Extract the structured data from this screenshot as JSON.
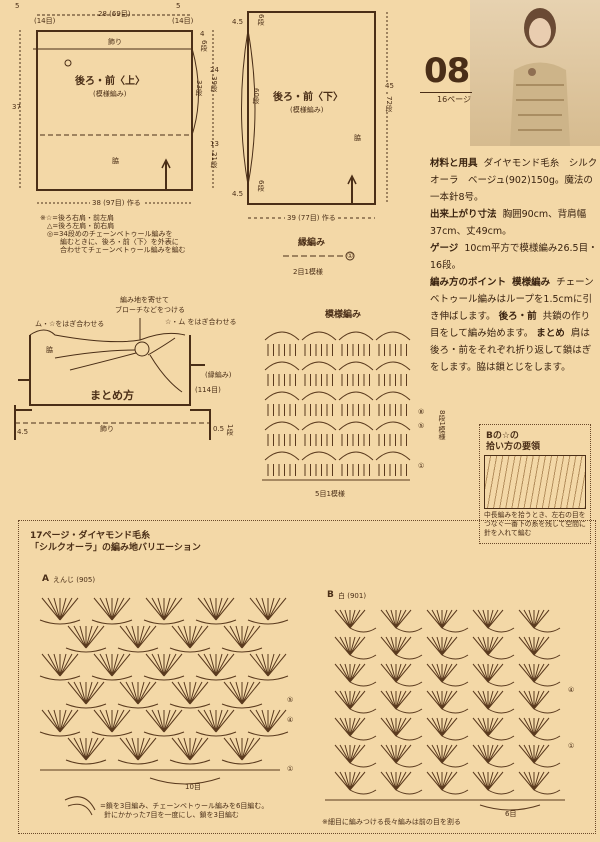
{
  "pattern_number": "08",
  "page_ref": "16ページ",
  "upper_piece": {
    "title": "後ろ・前〈上〉",
    "subtitle": "(模様編み)",
    "top_left": "5",
    "top_left_rows": "(14目)",
    "top_center": "28 (69目)",
    "top_right": "5",
    "top_right_rows": "(14目)",
    "height": "37",
    "decoration": "飾り",
    "side": "脇",
    "dim_4": "4",
    "dim_6": "6段",
    "dim_24": "24",
    "dim_39": "39段",
    "dim_33": "33段",
    "dim_13": "13",
    "dim_21": "21段",
    "bottom": "38 (97目) 作る",
    "notes": [
      "※☆=後ろ右肩・前左肩",
      "△=後ろ左肩・前右肩",
      "◎=34段めのチェーンベトゥール編みを",
      "編むときに、後ろ・前〈下〉を外表に",
      "合わせてチェーンベトゥール編みを編む"
    ]
  },
  "lower_piece": {
    "title": "後ろ・前〈下〉",
    "subtitle": "(模様編み)",
    "dim_45_top": "4.5",
    "dim_6_top": "6段",
    "dim_60": "60段",
    "dim_45": "45",
    "dim_72": "72段",
    "dim_45_bottom": "4.5",
    "dim_6_bottom": "6段",
    "side": "脇",
    "bottom": "39 (77目) 作る"
  },
  "edging": {
    "title": "縁編み",
    "repeat": "2目1模様",
    "row": "①"
  },
  "assembly": {
    "title": "まとめ方",
    "note_brooch_1": "編み地を寄せて",
    "note_brooch_2": "ブローチなどをつける",
    "note_left": "ム・☆をはぎ合わせる",
    "note_right": "☆・ム をはぎ合わせる",
    "side": "脇",
    "edging": "(縁編み)",
    "edging_count": "(114目)",
    "decoration": "飾り",
    "dim_45": "4.5",
    "dim_05": "0.5",
    "dim_1": "1段"
  },
  "pattern_chart": {
    "title": "模様編み",
    "repeat_rows": "8段1模様",
    "repeat_sts": "5目1模様",
    "rows": [
      "⑧",
      "⑤",
      "①"
    ]
  },
  "instructions": {
    "materials_label": "材料と用具",
    "materials": "ダイヤモンド毛糸　シルクオーラ　ベージュ(902)150g。魔法の一本針8号。",
    "size_label": "出来上がり寸法",
    "size": "胸囲90cm、背肩幅37cm、丈49cm。",
    "gauge_label": "ゲージ",
    "gauge": "10cm平方で模様編み26.5目・16段。",
    "points_label": "編み方のポイント",
    "points_sub1": "模様編み",
    "points_1": "チェーンベトゥール編みはループを1.5cmに引き伸ばします。",
    "points_sub2": "後ろ・前",
    "points_2": "共鎖の作り目をして編み始めます。",
    "points_sub3": "まとめ",
    "points_3": "肩は後ろ・前をそれぞれ折り返して鎖はぎをします。脇は鎖とじをします。"
  },
  "tip_box": {
    "title_1": "Bの☆の",
    "title_2": "拾い方の要領",
    "text": "中長編みを拾うとき、左右の目をつなぐ一番下の糸を残して空間に針を入れて編む"
  },
  "variations": {
    "title_1": "17ページ・ダイヤモンド毛糸",
    "title_2": "「シルクオーラ」の編み地バリエーション",
    "a_label": "A",
    "a_color": "えんじ (905)",
    "a_repeat": "10目",
    "a_rows": [
      "⑤",
      "④",
      "①"
    ],
    "a_note_1": "=鎖を3目編み、チェーンベトゥール編みを6目編む。",
    "a_note_2": "針にかかった7目を一度にし、鎖を3目編む",
    "b_label": "B",
    "b_color": "白 (901)",
    "b_repeat": "6目",
    "b_rows": [
      "④",
      "①"
    ],
    "b_note": "※細目に編みつける長々編みは前の目を割る"
  },
  "colors": {
    "background": "#f3d8a7",
    "ink": "#4a2e17"
  }
}
